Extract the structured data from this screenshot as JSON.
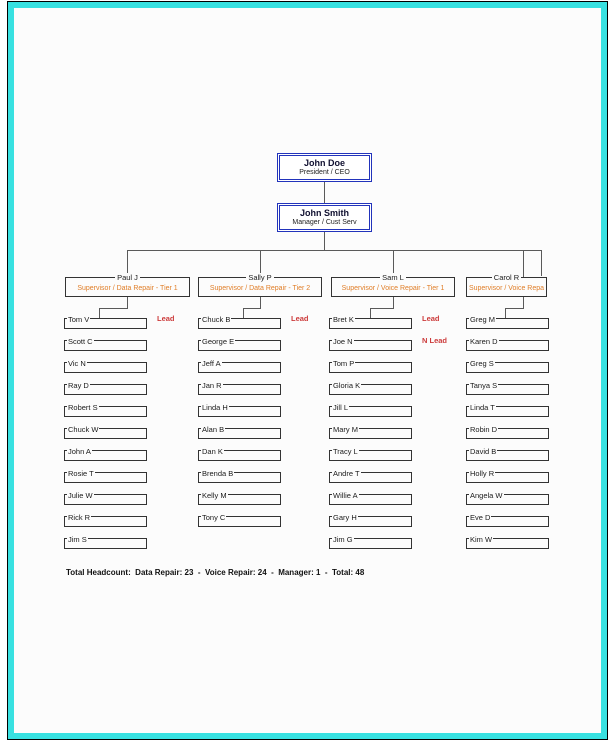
{
  "colors": {
    "frame_accent": "#38e1e1",
    "role_orange": "#e07e28",
    "lead_red": "#cc3b3b",
    "exec_border_blue": "#2233bb"
  },
  "ceo": {
    "name": "John Doe",
    "title": "President / CEO"
  },
  "manager": {
    "name": "John Smith",
    "title": "Manager / Cust Serv"
  },
  "teams": [
    {
      "supervisor": "Paul J",
      "role": "Supervisor / Data Repair - Tier 1",
      "members": [
        {
          "name": "Tom V",
          "tag": "Lead"
        },
        {
          "name": "Scott C",
          "tag": ""
        },
        {
          "name": "Vic N",
          "tag": ""
        },
        {
          "name": "Ray D",
          "tag": ""
        },
        {
          "name": "Robert S",
          "tag": ""
        },
        {
          "name": "Chuck W",
          "tag": ""
        },
        {
          "name": "John A",
          "tag": ""
        },
        {
          "name": "Rosie T",
          "tag": ""
        },
        {
          "name": "Julie W",
          "tag": ""
        },
        {
          "name": "Rick R",
          "tag": ""
        },
        {
          "name": "Jim S",
          "tag": ""
        }
      ]
    },
    {
      "supervisor": "Sally P",
      "role": "Supervisor / Data Repair - Tier 2",
      "members": [
        {
          "name": "Chuck B",
          "tag": "Lead"
        },
        {
          "name": "George E",
          "tag": ""
        },
        {
          "name": "Jeff A",
          "tag": ""
        },
        {
          "name": "Jan R",
          "tag": ""
        },
        {
          "name": "Linda H",
          "tag": ""
        },
        {
          "name": "Alan B",
          "tag": ""
        },
        {
          "name": "Dan K",
          "tag": ""
        },
        {
          "name": "Brenda B",
          "tag": ""
        },
        {
          "name": "Kelly M",
          "tag": ""
        },
        {
          "name": "Tony C",
          "tag": ""
        }
      ]
    },
    {
      "supervisor": "Sam L",
      "role": "Supervisor / Voice Repair - Tier 1",
      "members": [
        {
          "name": "Bret K",
          "tag": "Lead"
        },
        {
          "name": "Joe N",
          "tag": "N Lead"
        },
        {
          "name": "Tom P",
          "tag": ""
        },
        {
          "name": "Gloria K",
          "tag": ""
        },
        {
          "name": "Jill L",
          "tag": ""
        },
        {
          "name": "Mary M",
          "tag": ""
        },
        {
          "name": "Tracy L",
          "tag": ""
        },
        {
          "name": "Andre T",
          "tag": ""
        },
        {
          "name": "Willie A",
          "tag": ""
        },
        {
          "name": "Gary H",
          "tag": ""
        },
        {
          "name": "Jim G",
          "tag": ""
        }
      ]
    },
    {
      "supervisor": "Carol R",
      "role": "Supervisor / Voice Repa",
      "members": [
        {
          "name": "Greg M",
          "tag": ""
        },
        {
          "name": "Karen D",
          "tag": ""
        },
        {
          "name": "Greg S",
          "tag": ""
        },
        {
          "name": "Tanya S",
          "tag": ""
        },
        {
          "name": "Linda T",
          "tag": ""
        },
        {
          "name": "Robin D",
          "tag": ""
        },
        {
          "name": "David B",
          "tag": ""
        },
        {
          "name": "Holly R",
          "tag": ""
        },
        {
          "name": "Angela W",
          "tag": ""
        },
        {
          "name": "Eve D",
          "tag": ""
        },
        {
          "name": "Kim W",
          "tag": ""
        }
      ]
    }
  ],
  "footer": "Total Headcount:  Data Repair: 23  -  Voice Repair: 24  -  Manager: 1  -  Total: 48"
}
